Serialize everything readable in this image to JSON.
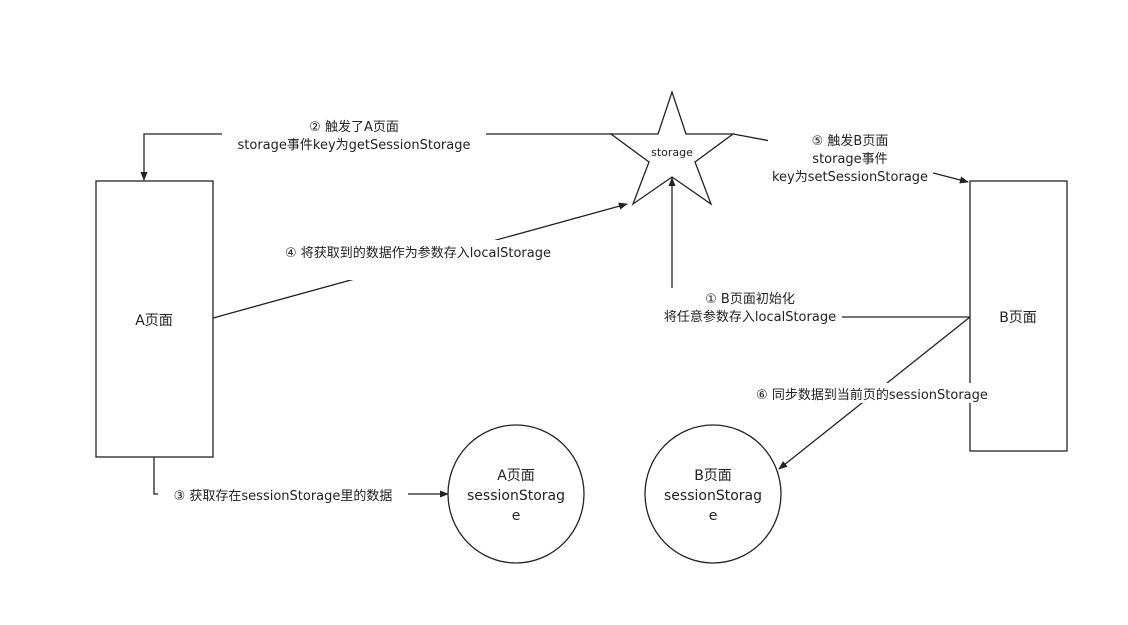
{
  "nodes": {
    "page_a": {
      "label": "A页面"
    },
    "page_b": {
      "label": "B页面"
    },
    "storage": {
      "label": "storage"
    },
    "session_a": {
      "lines": [
        "A页面",
        "sessionStorag",
        "e"
      ]
    },
    "session_b": {
      "lines": [
        "B页面",
        "sessionStorag",
        "e"
      ]
    }
  },
  "edges": {
    "step1": {
      "lines": [
        "① B页面初始化",
        "将任意参数存入localStorage"
      ]
    },
    "step2": {
      "lines": [
        "② 触发了A页面",
        "storage事件key为getSessionStorage"
      ]
    },
    "step3": {
      "lines": [
        "③ 获取存在sessionStorage里的数据"
      ]
    },
    "step4": {
      "lines": [
        "④ 将获取到的数据作为参数存入localStorage"
      ]
    },
    "step5": {
      "lines": [
        "⑤ 触发B页面",
        "storage事件",
        "key为setSessionStorage"
      ]
    },
    "step6": {
      "lines": [
        "⑥ 同步数据到当前页的sessionStorage"
      ]
    }
  },
  "colors": {
    "stroke": "#222222",
    "background": "#ffffff"
  }
}
